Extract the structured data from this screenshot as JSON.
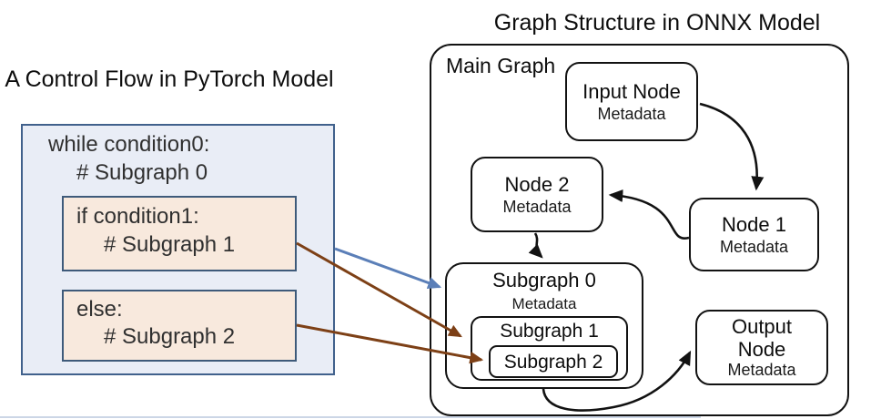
{
  "left_panel": {
    "title": "A Control Flow in PyTorch Model",
    "while_block": {
      "line": "while condition0:",
      "comment": "# Subgraph 0"
    },
    "if_block": {
      "line": "if condition1:",
      "comment": "# Subgraph 1"
    },
    "else_block": {
      "line": "else:",
      "comment": "# Subgraph 2"
    }
  },
  "right_panel": {
    "title": "Graph Structure in ONNX Model",
    "main_graph_label": "Main Graph",
    "nodes": {
      "input": {
        "label": "Input Node",
        "metadata": "Metadata"
      },
      "node2": {
        "label": "Node 2",
        "metadata": "Metadata"
      },
      "node1": {
        "label": "Node 1",
        "metadata": "Metadata"
      },
      "subgraph0": {
        "label": "Subgraph 0",
        "metadata": "Metadata"
      },
      "subgraph1": {
        "label": "Subgraph 1"
      },
      "subgraph2": {
        "label": "Subgraph 2"
      },
      "output": {
        "label_line1": "Output",
        "label_line2": "Node",
        "metadata": "Metadata"
      }
    },
    "edges": [
      {
        "from": "input-node",
        "to": "node1",
        "color": "black"
      },
      {
        "from": "node1",
        "to": "node2",
        "color": "black"
      },
      {
        "from": "node2",
        "to": "subgraph0",
        "color": "black"
      },
      {
        "from": "subgraph0",
        "to": "output-node",
        "color": "black"
      },
      {
        "from": "while-block",
        "to": "subgraph0",
        "color": "blue"
      },
      {
        "from": "if-block",
        "to": "subgraph1",
        "color": "brown"
      },
      {
        "from": "else-block",
        "to": "subgraph2",
        "color": "brown"
      }
    ]
  },
  "colors": {
    "blue_arrow": "#5b7fb8",
    "brown_arrow": "#7d4016",
    "black_arrow": "#121212",
    "code_outer_fill": "#e9edf6",
    "code_outer_border": "#41618c",
    "code_inner_fill": "#f8e9dd",
    "code_inner_border": "#3e5a7a"
  }
}
